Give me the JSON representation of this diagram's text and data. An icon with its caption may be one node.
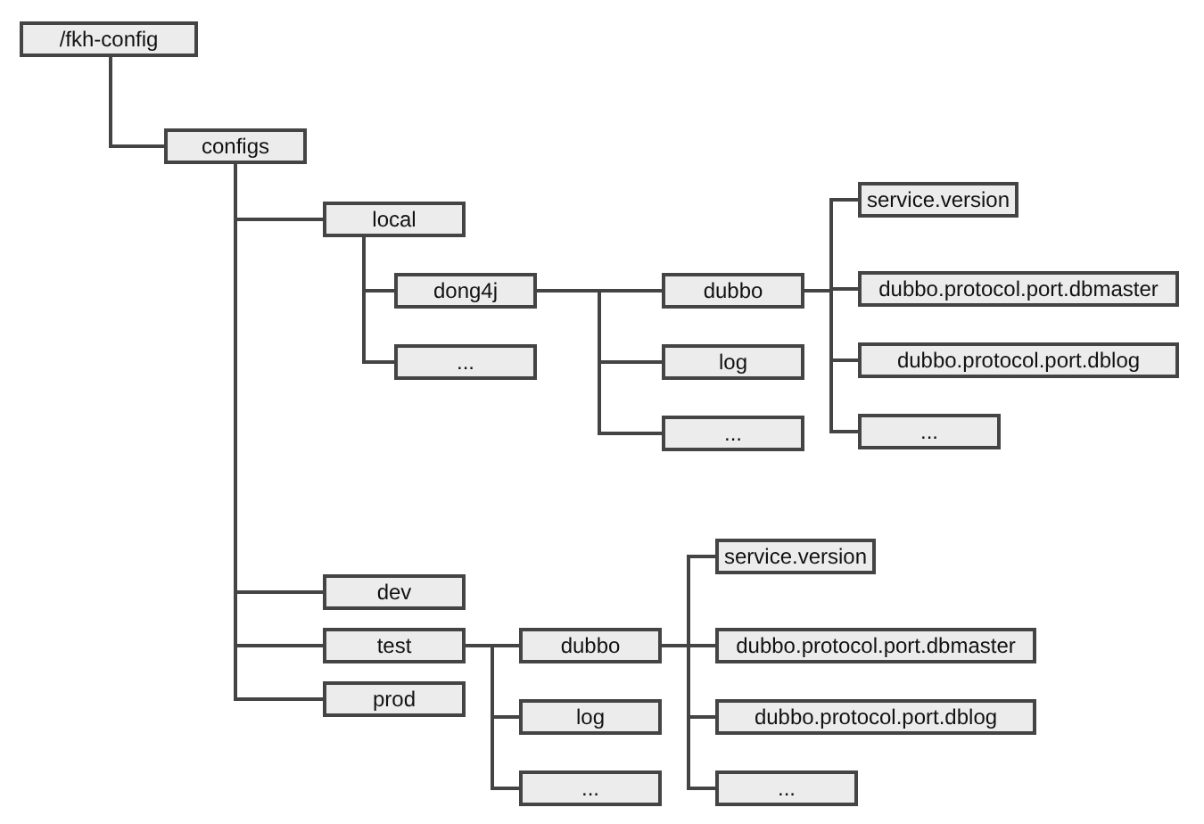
{
  "diagram": {
    "nodes": [
      {
        "text": [
          "/fkh-config"
        ]
      },
      {
        "text": [
          "configs"
        ]
      },
      {
        "text": [
          "local"
        ]
      },
      {
        "text": [
          "dong4j"
        ]
      },
      {
        "text": [
          "..."
        ]
      },
      {
        "text": [
          "dubbo"
        ]
      },
      {
        "text": [
          "log"
        ]
      },
      {
        "text": [
          "..."
        ]
      },
      {
        "text": [
          "service.version"
        ]
      },
      {
        "text": [
          "dubbo.protocol.port.dbmaster"
        ]
      },
      {
        "text": [
          "dubbo.protocol.port.dblog"
        ]
      },
      {
        "text": [
          "..."
        ]
      },
      {
        "text": [
          "dev"
        ]
      },
      {
        "text": [
          "test"
        ]
      },
      {
        "text": [
          "prod"
        ]
      },
      {
        "text": [
          "dubbo"
        ]
      },
      {
        "text": [
          "log"
        ]
      },
      {
        "text": [
          "..."
        ]
      },
      {
        "text": [
          "service.version"
        ]
      },
      {
        "text": [
          "dubbo.protocol.port.dbmaster"
        ]
      },
      {
        "text": [
          "dubbo.protocol.port.dblog"
        ]
      },
      {
        "text": [
          "..."
        ]
      }
    ],
    "edges": [
      {
        "from": 0,
        "to": 1,
        "arrow": "none"
      },
      {
        "from": 1,
        "to": 2,
        "arrow": "none"
      },
      {
        "from": 1,
        "to": 12,
        "arrow": "none"
      },
      {
        "from": 1,
        "to": 13,
        "arrow": "none"
      },
      {
        "from": 1,
        "to": 14,
        "arrow": "none"
      },
      {
        "from": 2,
        "to": 3,
        "arrow": "none"
      },
      {
        "from": 2,
        "to": 4,
        "arrow": "none"
      },
      {
        "from": 3,
        "to": 5,
        "arrow": "none"
      },
      {
        "from": 3,
        "to": 6,
        "arrow": "none"
      },
      {
        "from": 3,
        "to": 7,
        "arrow": "none"
      },
      {
        "from": 5,
        "to": 8,
        "arrow": "none"
      },
      {
        "from": 5,
        "to": 9,
        "arrow": "none"
      },
      {
        "from": 5,
        "to": 10,
        "arrow": "none"
      },
      {
        "from": 5,
        "to": 11,
        "arrow": "none"
      },
      {
        "from": 13,
        "to": 15,
        "arrow": "none"
      },
      {
        "from": 13,
        "to": 16,
        "arrow": "none"
      },
      {
        "from": 13,
        "to": 17,
        "arrow": "none"
      },
      {
        "from": 15,
        "to": 18,
        "arrow": "none"
      },
      {
        "from": 15,
        "to": 19,
        "arrow": "none"
      },
      {
        "from": 15,
        "to": 20,
        "arrow": "none"
      },
      {
        "from": 15,
        "to": 21,
        "arrow": "none"
      }
    ]
  }
}
